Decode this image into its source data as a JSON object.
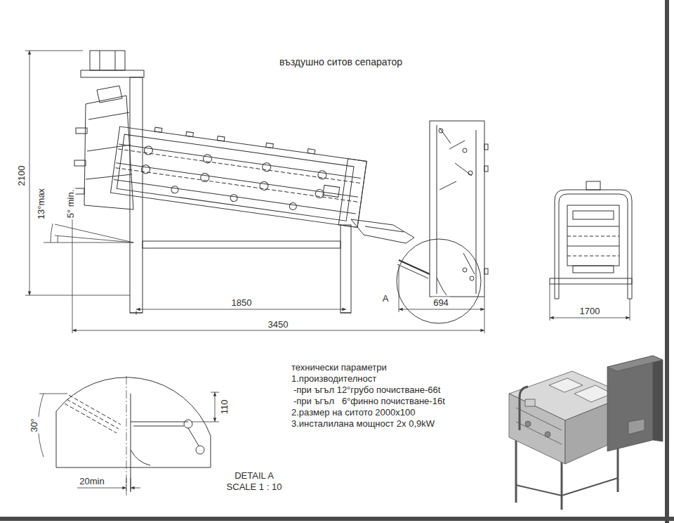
{
  "diagram": {
    "title": "въздушно ситов сепаратор",
    "labels": [
      "2100",
      "13°max",
      "5° min.",
      "1850",
      "3450",
      "A",
      "694",
      "1700",
      "технически параметри",
      "1.производителност",
      "-при ъгъл 12°грубо почистване-66t",
      "-при ъгъл   6°финно почистване-16t",
      "2.размер на ситото 2000x100",
      "3.инсталилана мощност 2х 0,9kW",
      "30°",
      "110",
      "20min",
      "DETAIL A",
      "SCALE 1 : 10"
    ]
  }
}
